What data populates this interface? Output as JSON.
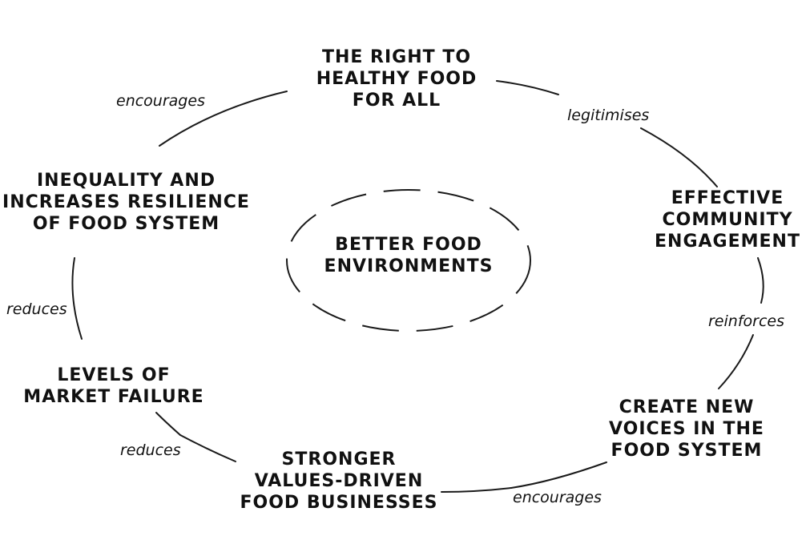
{
  "center": {
    "label": "BETTER FOOD\nENVIRONMENTS"
  },
  "nodes": [
    {
      "id": "right-to-healthy-food",
      "label": "THE RIGHT TO\nHEALTHY FOOD\nFOR ALL"
    },
    {
      "id": "effective-community-engagement",
      "label": "EFFECTIVE\nCOMMUNITY\nENGAGEMENT"
    },
    {
      "id": "create-new-voices",
      "label": "CREATE NEW\nVOICES IN THE\nFOOD SYSTEM"
    },
    {
      "id": "stronger-values-driven",
      "label": "STRONGER\nVALUES-DRIVEN\nFOOD BUSINESSES"
    },
    {
      "id": "levels-of-market-failure",
      "label": "LEVELS OF\nMARKET FAILURE"
    },
    {
      "id": "inequality-resilience",
      "label": "INEQUALITY AND\nINCREASES RESILIENCE\nOF FOOD SYSTEM"
    }
  ],
  "edges": [
    {
      "from": "right-to-healthy-food",
      "to": "effective-community-engagement",
      "label": "legitimises"
    },
    {
      "from": "effective-community-engagement",
      "to": "create-new-voices",
      "label": "reinforces"
    },
    {
      "from": "create-new-voices",
      "to": "stronger-values-driven",
      "label": "encourages"
    },
    {
      "from": "stronger-values-driven",
      "to": "levels-of-market-failure",
      "label": "reduces"
    },
    {
      "from": "levels-of-market-failure",
      "to": "inequality-resilience",
      "label": "reduces"
    },
    {
      "from": "inequality-resilience",
      "to": "right-to-healthy-food",
      "label": "encourages"
    }
  ]
}
